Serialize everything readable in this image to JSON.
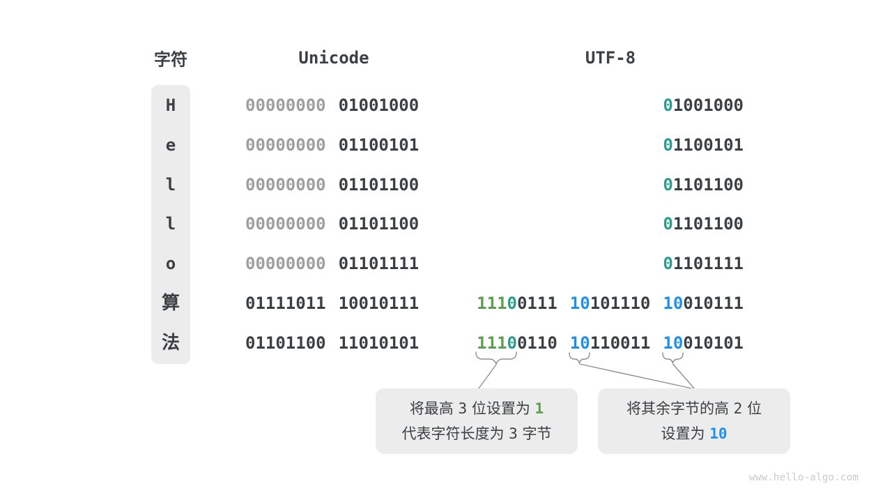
{
  "table": {
    "headers": {
      "char": "字符",
      "unicode": "Unicode",
      "utf8": "UTF-8"
    },
    "rows": [
      {
        "char": "H",
        "unicode": [
          [
            {
              "t": "00000000",
              "c": "gray"
            }
          ],
          [
            {
              "t": "01001000",
              "c": "dark"
            }
          ]
        ],
        "utf8": [
          [
            {
              "t": "0",
              "c": "teal"
            },
            {
              "t": "1001000",
              "c": "dark"
            }
          ]
        ]
      },
      {
        "char": "e",
        "unicode": [
          [
            {
              "t": "00000000",
              "c": "gray"
            }
          ],
          [
            {
              "t": "01100101",
              "c": "dark"
            }
          ]
        ],
        "utf8": [
          [
            {
              "t": "0",
              "c": "teal"
            },
            {
              "t": "1100101",
              "c": "dark"
            }
          ]
        ]
      },
      {
        "char": "l",
        "unicode": [
          [
            {
              "t": "00000000",
              "c": "gray"
            }
          ],
          [
            {
              "t": "01101100",
              "c": "dark"
            }
          ]
        ],
        "utf8": [
          [
            {
              "t": "0",
              "c": "teal"
            },
            {
              "t": "1101100",
              "c": "dark"
            }
          ]
        ]
      },
      {
        "char": "l",
        "unicode": [
          [
            {
              "t": "00000000",
              "c": "gray"
            }
          ],
          [
            {
              "t": "01101100",
              "c": "dark"
            }
          ]
        ],
        "utf8": [
          [
            {
              "t": "0",
              "c": "teal"
            },
            {
              "t": "1101100",
              "c": "dark"
            }
          ]
        ]
      },
      {
        "char": "o",
        "unicode": [
          [
            {
              "t": "00000000",
              "c": "gray"
            }
          ],
          [
            {
              "t": "01101111",
              "c": "dark"
            }
          ]
        ],
        "utf8": [
          [
            {
              "t": "0",
              "c": "teal"
            },
            {
              "t": "1101111",
              "c": "dark"
            }
          ]
        ]
      },
      {
        "char": "算",
        "unicode": [
          [
            {
              "t": "01111011",
              "c": "dark"
            }
          ],
          [
            {
              "t": "10010111",
              "c": "dark"
            }
          ]
        ],
        "utf8": [
          [
            {
              "t": "111",
              "c": "green"
            },
            {
              "t": "0",
              "c": "teal"
            },
            {
              "t": "0111",
              "c": "dark"
            }
          ],
          [
            {
              "t": "10",
              "c": "blue"
            },
            {
              "t": "101110",
              "c": "dark"
            }
          ],
          [
            {
              "t": "10",
              "c": "blue"
            },
            {
              "t": "010111",
              "c": "dark"
            }
          ]
        ]
      },
      {
        "char": "法",
        "unicode": [
          [
            {
              "t": "01101100",
              "c": "dark"
            }
          ],
          [
            {
              "t": "11010101",
              "c": "dark"
            }
          ]
        ],
        "utf8": [
          [
            {
              "t": "111",
              "c": "green"
            },
            {
              "t": "0",
              "c": "teal"
            },
            {
              "t": "0110",
              "c": "dark"
            }
          ],
          [
            {
              "t": "10",
              "c": "blue"
            },
            {
              "t": "110011",
              "c": "dark"
            }
          ],
          [
            {
              "t": "10",
              "c": "blue"
            },
            {
              "t": "010101",
              "c": "dark"
            }
          ]
        ]
      }
    ]
  },
  "callouts": [
    {
      "id": "lead",
      "lines": [
        [
          {
            "t": "将最高 ",
            "c": "text"
          },
          {
            "t": "3",
            "c": "num"
          },
          {
            "t": " 位设置为 ",
            "c": "text"
          },
          {
            "t": "1",
            "c": "green"
          }
        ],
        [
          {
            "t": "代表字符长度为 ",
            "c": "text"
          },
          {
            "t": "3",
            "c": "num"
          },
          {
            "t": " 字节",
            "c": "text"
          }
        ]
      ]
    },
    {
      "id": "cont",
      "lines": [
        [
          {
            "t": "将其余字节的高 ",
            "c": "text"
          },
          {
            "t": "2",
            "c": "num"
          },
          {
            "t": " 位",
            "c": "text"
          }
        ],
        [
          {
            "t": "设置为 ",
            "c": "text"
          },
          {
            "t": "10",
            "c": "blue"
          }
        ]
      ]
    }
  ],
  "colors": {
    "dark": "#3b4045",
    "gray": "#9e9ea0",
    "teal": "#2a9d8f",
    "green": "#5d9e50",
    "blue": "#2090ea",
    "box_bg": "#ececec",
    "connector": "#8f8f8f"
  },
  "watermark": "www.hello-algo.com"
}
